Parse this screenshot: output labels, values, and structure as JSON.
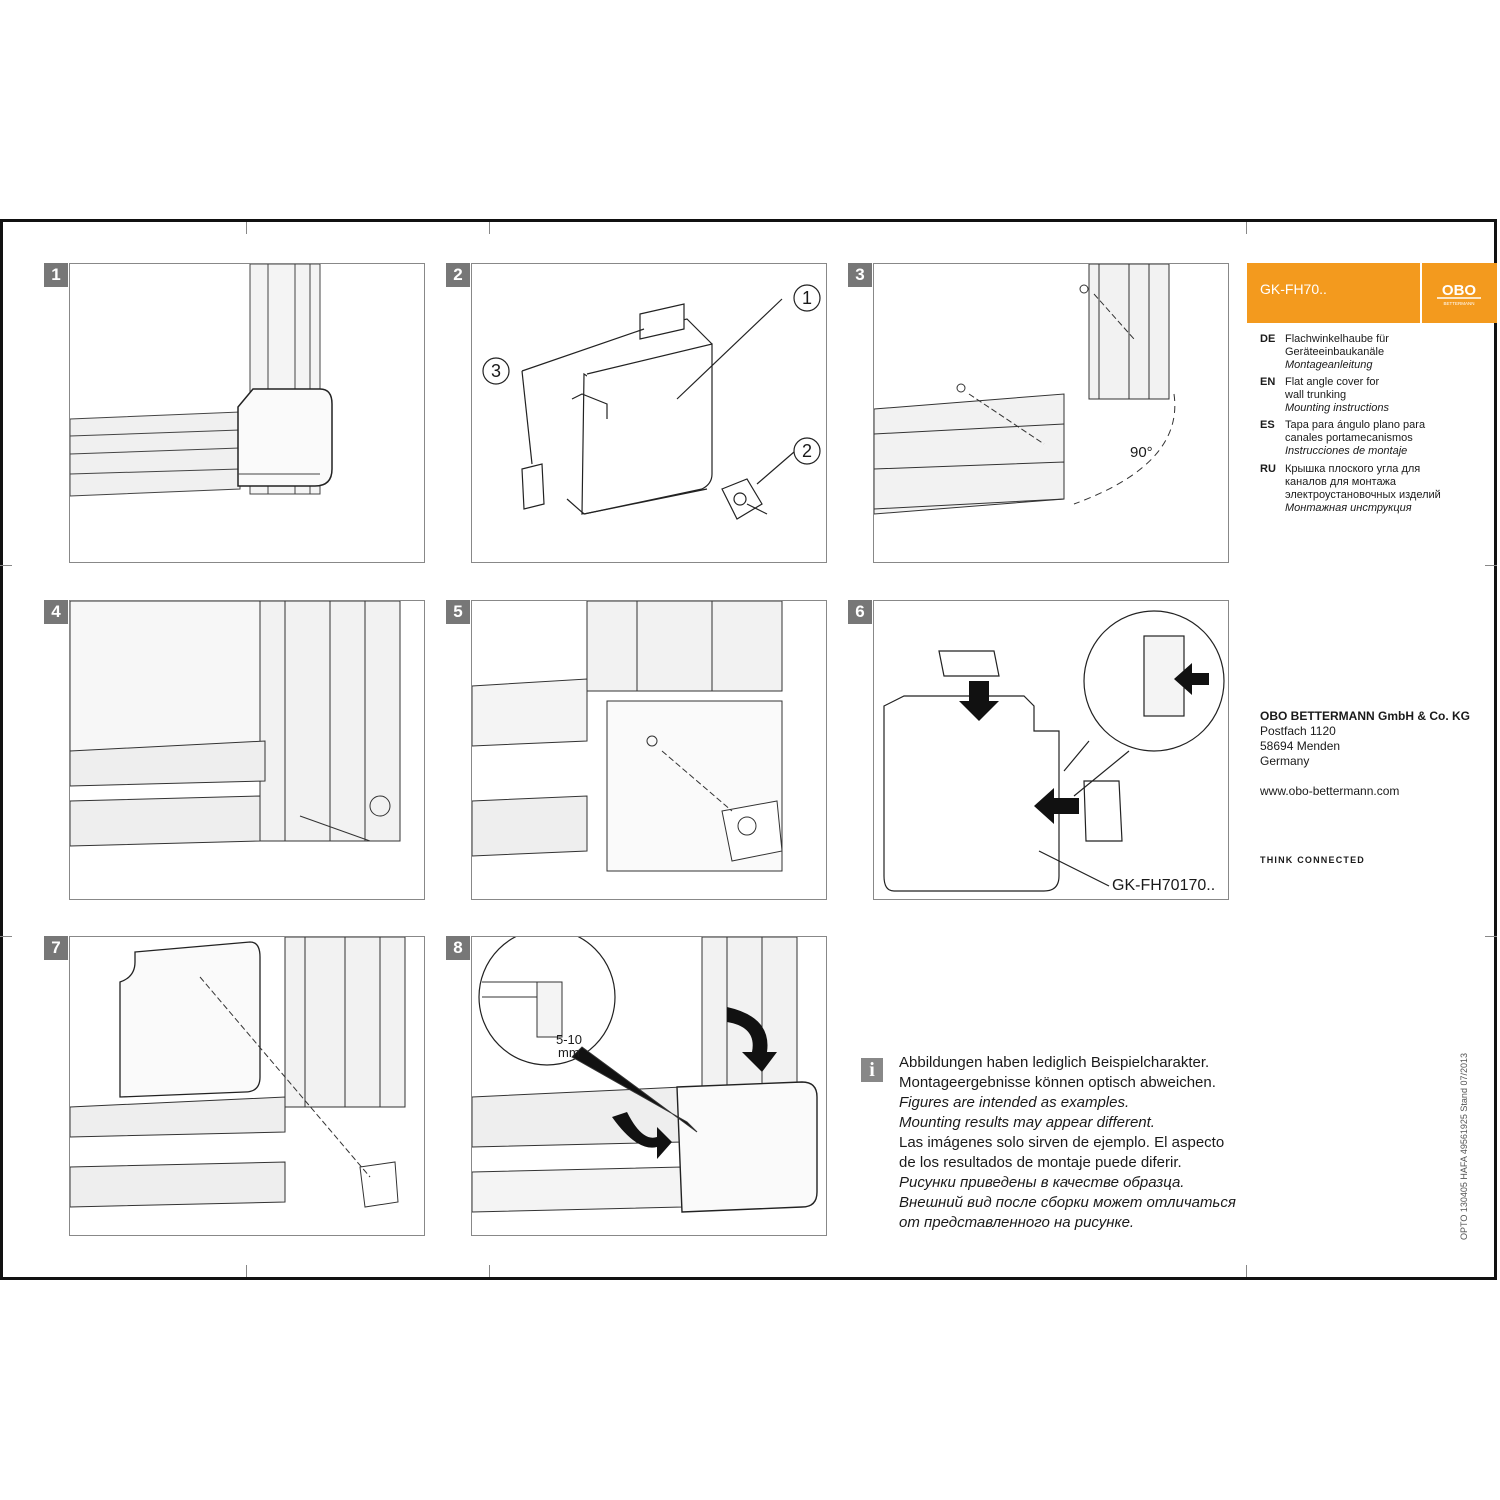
{
  "brand": {
    "model": "GK-FH70..",
    "logo_text": "OBO",
    "logo_subtext": "BETTERMANN"
  },
  "languages": [
    {
      "code": "DE",
      "line1": "Flachwinkelhaube für",
      "line2": "Geräteeinbaukanäle",
      "line3": "Montageanleitung"
    },
    {
      "code": "EN",
      "line1": "Flat angle cover for",
      "line2": "wall trunking",
      "line3": "Mounting instructions"
    },
    {
      "code": "ES",
      "line1": "Tapa para ángulo plano para",
      "line2": "canales portamecanismos",
      "line3": "Instrucciones de montaje"
    },
    {
      "code": "RU",
      "line1": "Крышка плоского угла для",
      "line2": "каналов для монтажа",
      "line3": "электроустановочных изделий",
      "line4": "Монтажная инструкция"
    }
  ],
  "company": {
    "name": "OBO BETTERMANN GmbH & Co. KG",
    "address1": "Postfach 1120",
    "address2": "58694 Menden",
    "country": "Germany",
    "website": "www.obo-bettermann.com",
    "tagline": "THINK CONNECTED"
  },
  "steps": [
    {
      "num": "1"
    },
    {
      "num": "2"
    },
    {
      "num": "3"
    },
    {
      "num": "4"
    },
    {
      "num": "5"
    },
    {
      "num": "6"
    },
    {
      "num": "7"
    },
    {
      "num": "8"
    }
  ],
  "callouts": {
    "step2": [
      "1",
      "2",
      "3"
    ],
    "step3_angle": "90°",
    "step6_model": "GK-FH70170..",
    "step8_gap_value": "5-10",
    "step8_gap_unit": "mm"
  },
  "info": {
    "icon": "i",
    "de1": "Abbildungen haben lediglich Beispielcharakter.",
    "de2": "Montageergebnisse können optisch abweichen.",
    "en1": "Figures are intended as examples.",
    "en2": "Mounting results may appear different.",
    "es1": "Las imágenes solo sirven de ejemplo. El aspecto",
    "es2": "de los resultados de montaje puede diferir.",
    "ru1": "Рисунки приведены в качестве образца.",
    "ru2": "Внешний вид после сборки может отличаться",
    "ru3": "от представленного на рисунке."
  },
  "doc_code": "OPTO 130405   HAFA 49561925   Stand 07/2013"
}
